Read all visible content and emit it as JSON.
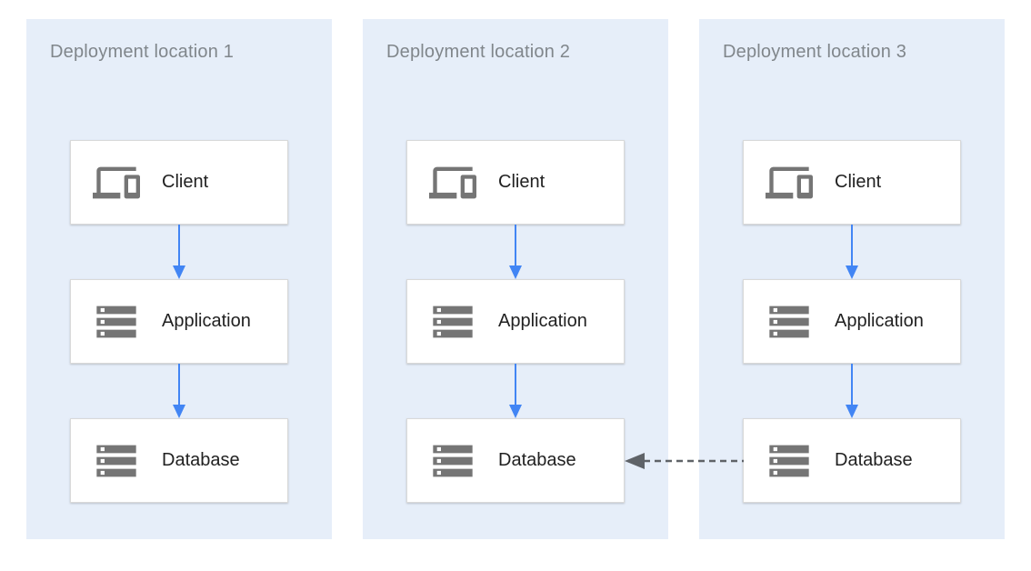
{
  "diagram": {
    "locations": [
      {
        "title": "Deployment location 1",
        "nodes": [
          {
            "label": "Client",
            "icon": "devices-icon"
          },
          {
            "label": "Application",
            "icon": "storage-icon"
          },
          {
            "label": "Database",
            "icon": "storage-icon"
          }
        ]
      },
      {
        "title": "Deployment location 2",
        "nodes": [
          {
            "label": "Client",
            "icon": "devices-icon"
          },
          {
            "label": "Application",
            "icon": "storage-icon"
          },
          {
            "label": "Database",
            "icon": "storage-icon"
          }
        ]
      },
      {
        "title": "Deployment location 3",
        "nodes": [
          {
            "label": "Client",
            "icon": "devices-icon"
          },
          {
            "label": "Application",
            "icon": "storage-icon"
          },
          {
            "label": "Database",
            "icon": "storage-icon"
          }
        ]
      }
    ],
    "flow_arrow_direction": "down",
    "cross_link": {
      "from": "Database (Deployment location 3)",
      "to": "Database (Deployment location 2)",
      "line_style": "dashed"
    },
    "colors": {
      "page_bg": "#ffffff",
      "panel_bg": "#e6eef9",
      "title_text": "#80868b",
      "node_bg": "#ffffff",
      "node_border": "#d9d9d9",
      "node_text": "#212121",
      "icon_gray": "#757575",
      "arrow_blue": "#4285f4",
      "dashed_arrow": "#5f6368"
    }
  }
}
